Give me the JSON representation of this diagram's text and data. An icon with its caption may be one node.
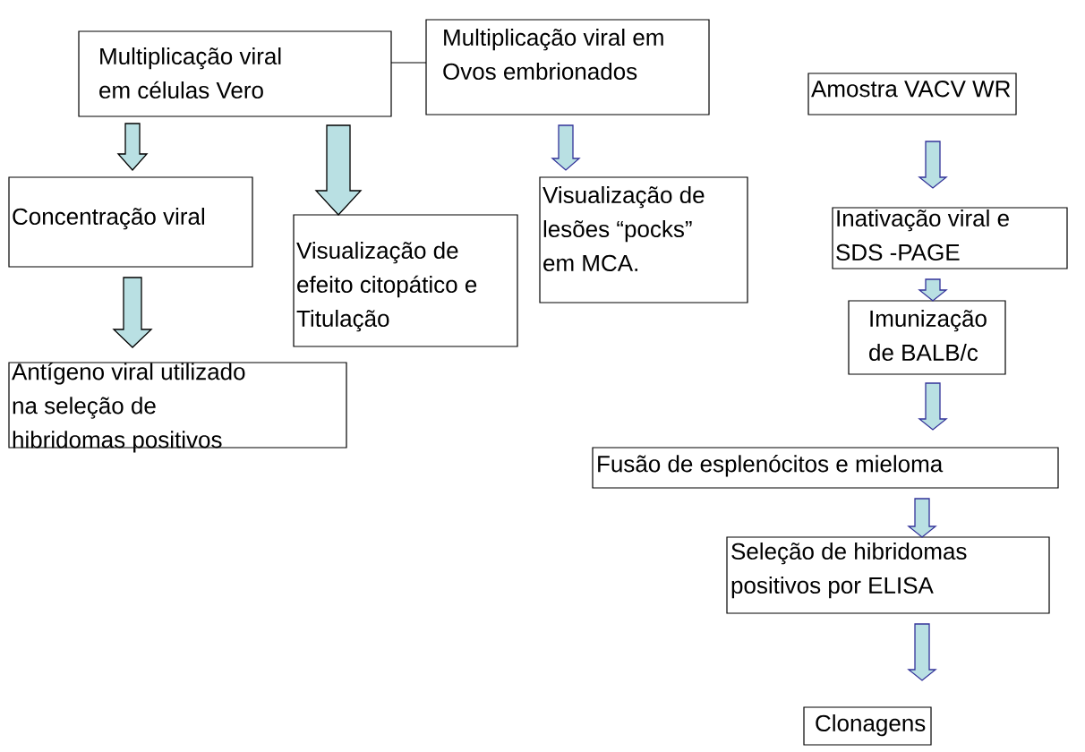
{
  "diagram": {
    "nodes": [
      {
        "text": [
          "Multiplicação viral em células Vero"
        ]
      },
      {
        "text": [
          "Multiplicação viral em Ovos embrionados"
        ]
      },
      {
        "text": [
          "Amostra VACV WR"
        ]
      },
      {
        "text": [
          "Concentração viral"
        ]
      },
      {
        "text": [
          "Visualização de efeito citopático e Titulação"
        ]
      },
      {
        "text": [
          "Visualização de lesões “pocks” em MCA."
        ]
      },
      {
        "text": [
          "Inativação viral e SDS -PAGE"
        ]
      },
      {
        "text": [
          "Imunização de BALB/c"
        ]
      },
      {
        "text": [
          "Antígeno viral utilizado na seleção de hibridomas positivos"
        ]
      },
      {
        "text": [
          "Fusão de esplenócitos e mieloma"
        ]
      },
      {
        "text": [
          "Seleção de hibridomas positivos por ELISA"
        ]
      },
      {
        "text": [
          "Clonagens"
        ]
      }
    ],
    "edges": [
      {
        "from": 0,
        "to": 1,
        "arrow": "none",
        "color": "#000000"
      },
      {
        "from": 0,
        "to": 3,
        "arrow": "to",
        "color": "#000000"
      },
      {
        "from": 0,
        "to": 4,
        "arrow": "to",
        "color": "#000000"
      },
      {
        "from": 1,
        "to": 5,
        "arrow": "to"
      },
      {
        "from": 3,
        "to": 8,
        "arrow": "to",
        "color": "#000000"
      },
      {
        "from": 2,
        "to": 6,
        "arrow": "to"
      },
      {
        "from": 6,
        "to": 7,
        "arrow": "to"
      },
      {
        "from": 7,
        "to": 9,
        "arrow": "to"
      },
      {
        "from": 9,
        "to": 10,
        "arrow": "to"
      },
      {
        "from": 10,
        "to": 11,
        "arrow": "to"
      }
    ]
  }
}
